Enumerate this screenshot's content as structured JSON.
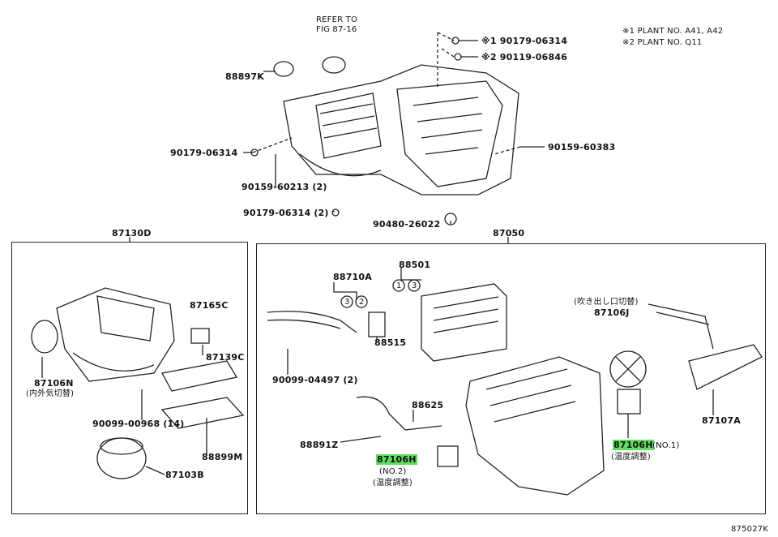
{
  "diagram_code": "875027K",
  "notes": [
    "※1 PLANT NO. A41, A42",
    "※2 PLANT NO. Q11"
  ],
  "top_assembly": {
    "refer_to": [
      "REFER TO",
      "FIG 87-16"
    ],
    "parts": {
      "p88897k": "88897K",
      "p90179_1": "※1 90179-06314",
      "p90119": "※2 90119-06846",
      "p90179_a": "90179-06314",
      "p90159_60213": "90159-60213 (2)",
      "p90159_60383": "90159-60383",
      "p90179_b": "90179-06314 (2)",
      "p90480": "90480-26022"
    }
  },
  "left_group": {
    "title": "87130D",
    "parts": {
      "p87165c": "87165C",
      "p87139c": "87139C",
      "p87106n": "87106N",
      "p87106n_desc": "(内外気切替)",
      "p90099_00968": "90099-00968 (14)",
      "p88899m": "88899M",
      "p87103b": "87103B"
    }
  },
  "right_group": {
    "title": "87050",
    "parts": {
      "p88710a": "88710A",
      "p88501": "88501",
      "p88515": "88515",
      "p90099_04497": "90099-04497 (2)",
      "p88625": "88625",
      "p88891z": "88891Z",
      "p87106h_no2": "87106H",
      "p87106h_no2_num": "(NO.2)",
      "p87106h_no2_desc": "(温度調整)",
      "p87106j_desc": "(吹き出し口切替)",
      "p87106j": "87106J",
      "p87107a": "87107A",
      "p87106h_no1": "87106H",
      "p87106h_no1_num": "(NO.1)",
      "p87106h_no1_desc": "(温度調整)",
      "circle_1": "1",
      "circle_2": "2",
      "circle_3": "3"
    }
  },
  "colors": {
    "highlight": "#5ee05e",
    "line": "#222222"
  }
}
